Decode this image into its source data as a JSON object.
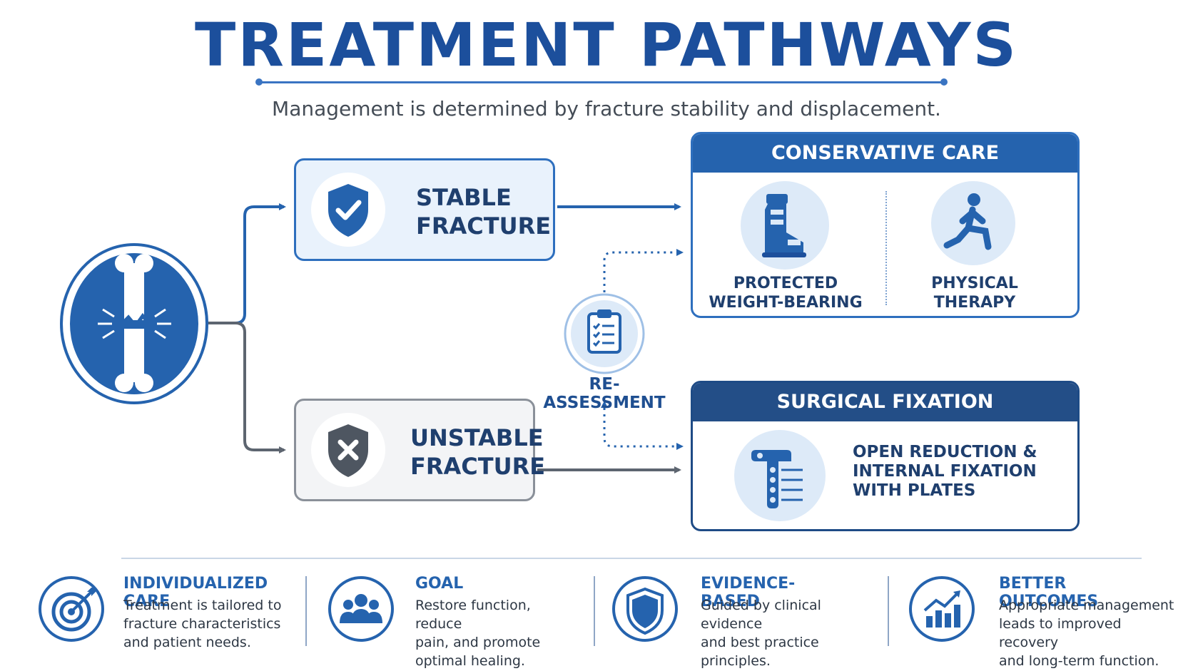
{
  "title": "TREATMENT PATHWAYS",
  "subtitle": "Management is determined by fracture stability and displacement.",
  "stable": {
    "label_line1": "STABLE",
    "label_line2": "FRACTURE",
    "icon": "shield-check-icon"
  },
  "unstable": {
    "label_line1": "UNSTABLE",
    "label_line2": "FRACTURE",
    "icon": "shield-x-icon"
  },
  "reassessment": {
    "label": "RE-ASSESSMENT",
    "icon": "clipboard-checklist-icon"
  },
  "conservative": {
    "heading": "CONSERVATIVE CARE",
    "items": [
      {
        "line1": "PROTECTED",
        "line2": "WEIGHT-BEARING",
        "icon": "walking-boot-icon"
      },
      {
        "line1": "PHYSICAL",
        "line2": "THERAPY",
        "icon": "lunge-exercise-icon"
      }
    ]
  },
  "surgical": {
    "heading": "SURGICAL FIXATION",
    "item": {
      "line1": "OPEN REDUCTION &",
      "line2": "INTERNAL FIXATION",
      "line3": "WITH PLATES",
      "icon": "bone-plate-screws-icon"
    }
  },
  "features": [
    {
      "title": "INDIVIDUALIZED CARE",
      "line1": "Treatment is tailored to",
      "line2": "fracture characteristics",
      "line3": "and patient needs.",
      "icon": "target-arrow-icon"
    },
    {
      "title": "GOAL",
      "line1": "Restore function, reduce",
      "line2": "pain, and promote",
      "line3": "optimal healing.",
      "icon": "people-group-icon"
    },
    {
      "title": "EVIDENCE-BASED",
      "line1": "Guided by clinical evidence",
      "line2": "and best practice",
      "line3": "principles.",
      "icon": "shield-icon"
    },
    {
      "title": "BETTER OUTCOMES",
      "line1": "Appropriate management",
      "line2": "leads to improved recovery",
      "line3": "and long-term function.",
      "icon": "growth-chart-icon"
    }
  ],
  "colors": {
    "primary": "#2563ae",
    "dark": "#234e87",
    "gray": "#6b7380",
    "light_fill": "#e9f2fc"
  }
}
